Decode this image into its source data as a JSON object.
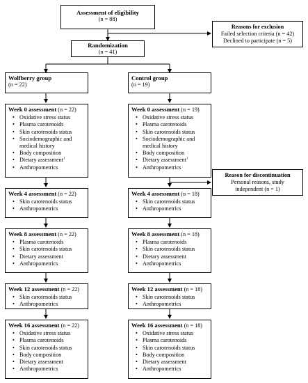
{
  "eligibility": {
    "title": "Assessment of eligibility",
    "n": "(n = 88)"
  },
  "exclusion": {
    "title": "Reasons for exclusion",
    "lines": [
      "Failed selection criteria (n = 42)",
      "Declined to participate (n = 5)"
    ]
  },
  "randomization": {
    "title": "Randomization",
    "n": "(n = 41)"
  },
  "wolfberry": {
    "group": {
      "title": "Wolfberry group",
      "n": "(n = 22)"
    },
    "assessments": [
      {
        "title": "Week 0 assessment",
        "n": "(n = 22)",
        "items": [
          "Oxidative stress status",
          "Plasma carotenoids",
          "Skin carotenoids status",
          "Sociodemographic and medical history",
          "Body composition",
          "Dietary assessment",
          "Anthropometrics"
        ]
      },
      {
        "title": "Week 4 assessment",
        "n": "(n = 22)",
        "items": [
          "Skin carotenoids status",
          "Anthropometrics"
        ]
      },
      {
        "title": "Week 8 assessment",
        "n": "(n = 22)",
        "items": [
          "Plasma carotenoids",
          "Skin carotenoids status",
          "Dietary assessment",
          "Anthropometrics"
        ]
      },
      {
        "title": "Week 12 assessment",
        "n": "(n = 22)",
        "items": [
          "Skin carotenoids status",
          "Anthropometrics"
        ]
      },
      {
        "title": "Week 16 assessment",
        "n": "(n = 22)",
        "items": [
          "Oxidative stress status",
          "Plasma carotenoids",
          "Skin carotenoids status",
          "Body composition",
          "Dietary assessment",
          "Anthropometrics"
        ]
      }
    ]
  },
  "control": {
    "group": {
      "title": "Control group",
      "n": "(n = 19)"
    },
    "assessments": [
      {
        "title": "Week 0 assessment",
        "n": "(n = 19)",
        "items": [
          "Oxidative stress status",
          "Plasma carotenoids",
          "Skin carotenoids status",
          "Sociodemographic and medical history",
          "Body composition",
          "Dietary assessment",
          "Anthropometrics"
        ]
      },
      {
        "title": "Week 4 assessment",
        "n": "(n = 18)",
        "items": [
          "Skin carotenoids status",
          "Anthropometrics"
        ]
      },
      {
        "title": "Week 8 assessment",
        "n": "(n = 18)",
        "items": [
          "Plasma carotenoids",
          "Skin carotenoids status",
          "Dietary assessment",
          "Anthropometrics"
        ]
      },
      {
        "title": "Week 12 assessment",
        "n": "(n = 18)",
        "items": [
          "Skin carotenoids status",
          "Anthropometrics"
        ]
      },
      {
        "title": "Week 16 assessment",
        "n": "(n = 18)",
        "items": [
          "Oxidative stress status",
          "Plasma carotenoids",
          "Skin carotenoids status",
          "Body composition",
          "Dietary assessment",
          "Anthropometrics"
        ]
      }
    ]
  },
  "discontinuation": {
    "title": "Reason for discontinuation",
    "lines": [
      "Personal reasons, study",
      "independent (n = 1)"
    ]
  },
  "footnote_mark": "1"
}
